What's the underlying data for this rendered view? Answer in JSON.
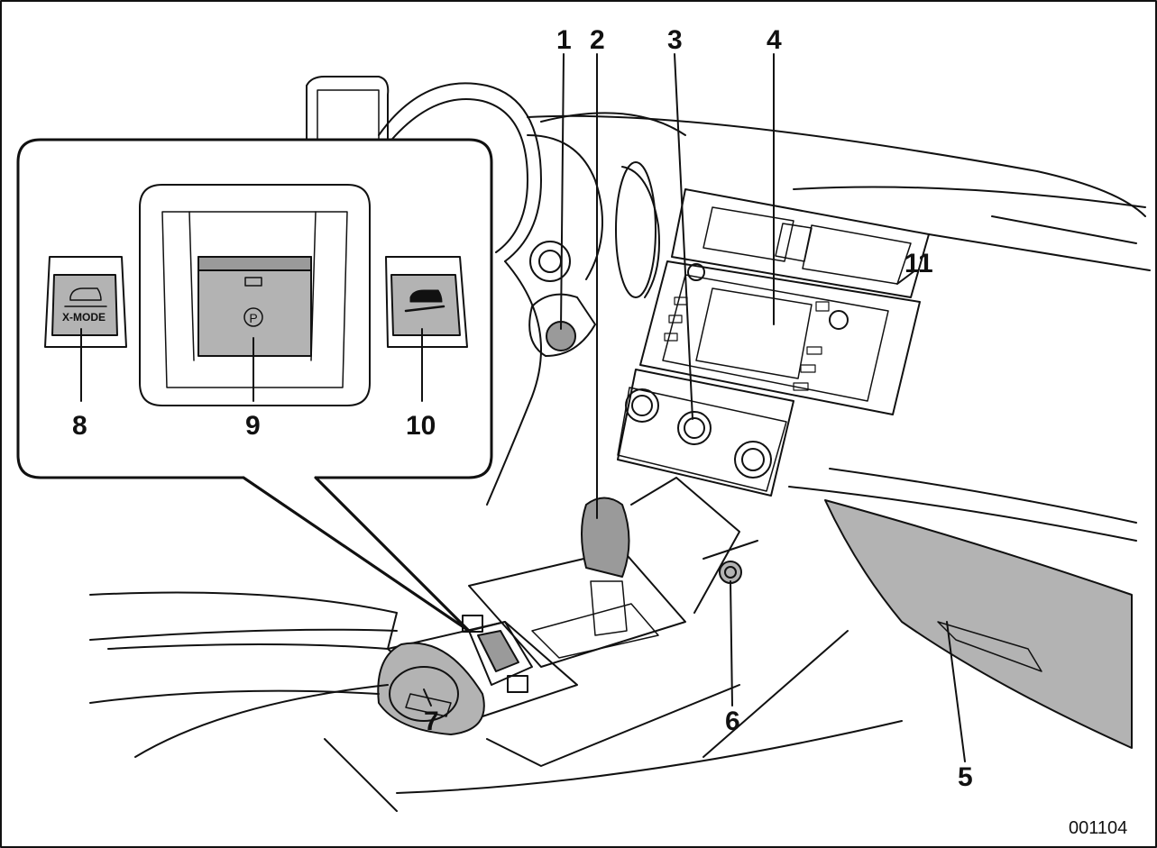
{
  "callouts": {
    "c1": "1",
    "c2": "2",
    "c3": "3",
    "c4": "4",
    "c5": "5",
    "c6": "6",
    "c7": "7",
    "c8": "8",
    "c9": "9",
    "c10": "10",
    "c11": "11"
  },
  "figure_code": "001104",
  "icons": {
    "xmode_label": "X-MODE",
    "parking_symbol": "P"
  },
  "colors": {
    "line": "#111111",
    "fill_gray": "#b3b3b3",
    "fill_dark": "#9a9a9a",
    "background": "#ffffff"
  }
}
